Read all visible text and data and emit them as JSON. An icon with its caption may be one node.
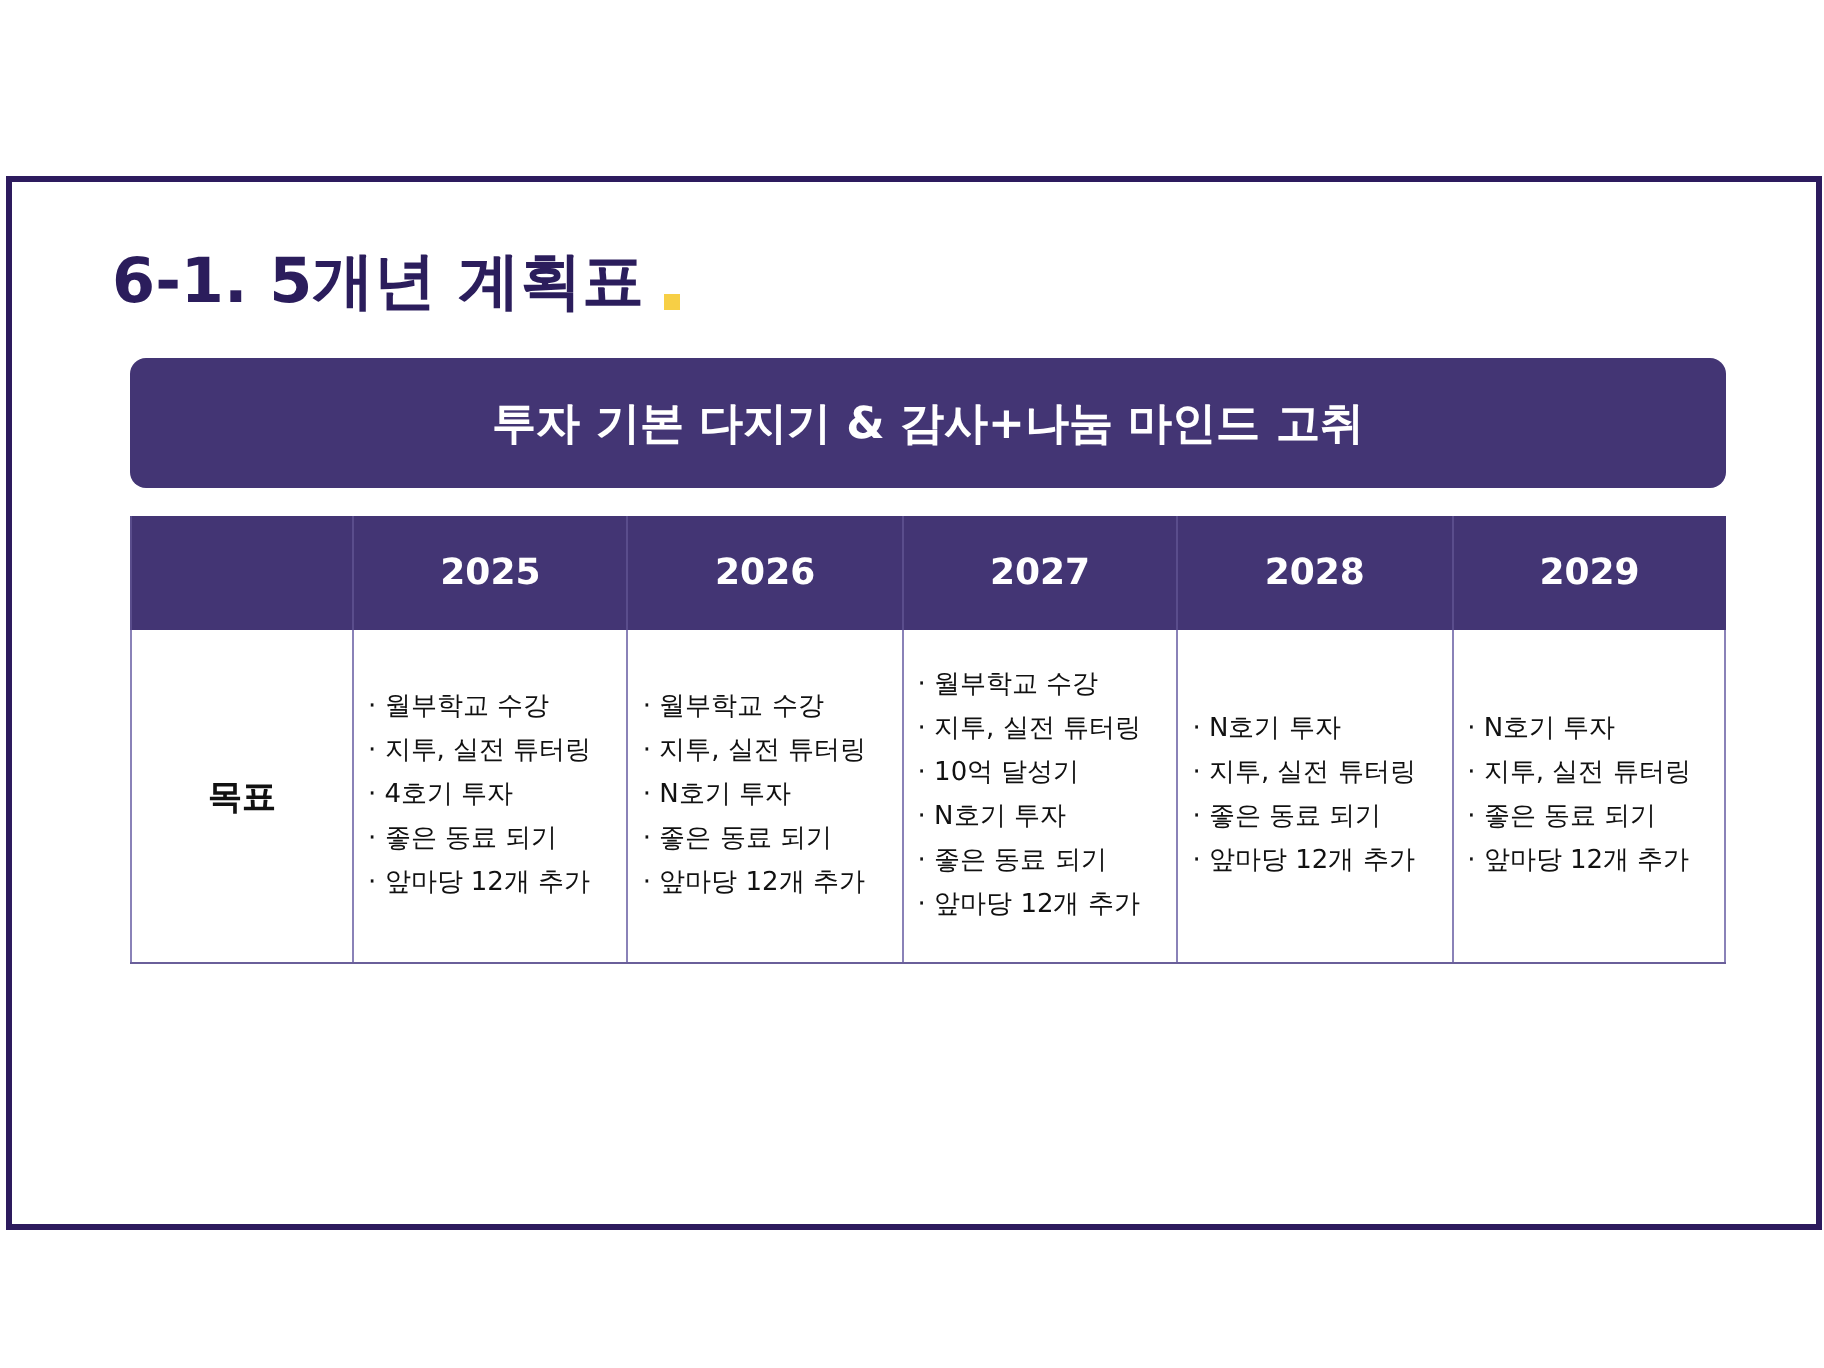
{
  "diagram": {
    "title": "6-1. 5개년 계획표",
    "nodes": [
      {
        "text": [
          "투자 기본 다지기 & 감사+나눔 마인드 고취"
        ]
      }
    ],
    "labels": [
      "2025",
      "2026",
      "2027",
      "2028",
      "2029",
      "목표",
      "· 월부학교 수강",
      "· 지투, 실전 튜터링",
      "· 4호기 투자",
      "· 좋은 동료 되기",
      "· 앞마당 12개 추가",
      "· 월부학교 수강",
      "· 지투, 실전 튜터링",
      "· N호기 투자",
      "· 좋은 동료 되기",
      "· 앞마당 12개 추가",
      "· 월부학교 수강",
      "· 지투, 실전 튜터링",
      "· 10억 달성기",
      "· N호기 투자",
      "· 좋은 동료 되기",
      "· 앞마당 12개 추가",
      "· N호기 투자",
      "· 지투, 실전 튜터링",
      "· 좋은 동료 되기",
      "· 앞마당 12개 추가",
      "· N호기 투자",
      "· 지투, 실전 튜터링",
      "· 좋은 동료 되기",
      "· 앞마당 12개 추가"
    ]
  }
}
